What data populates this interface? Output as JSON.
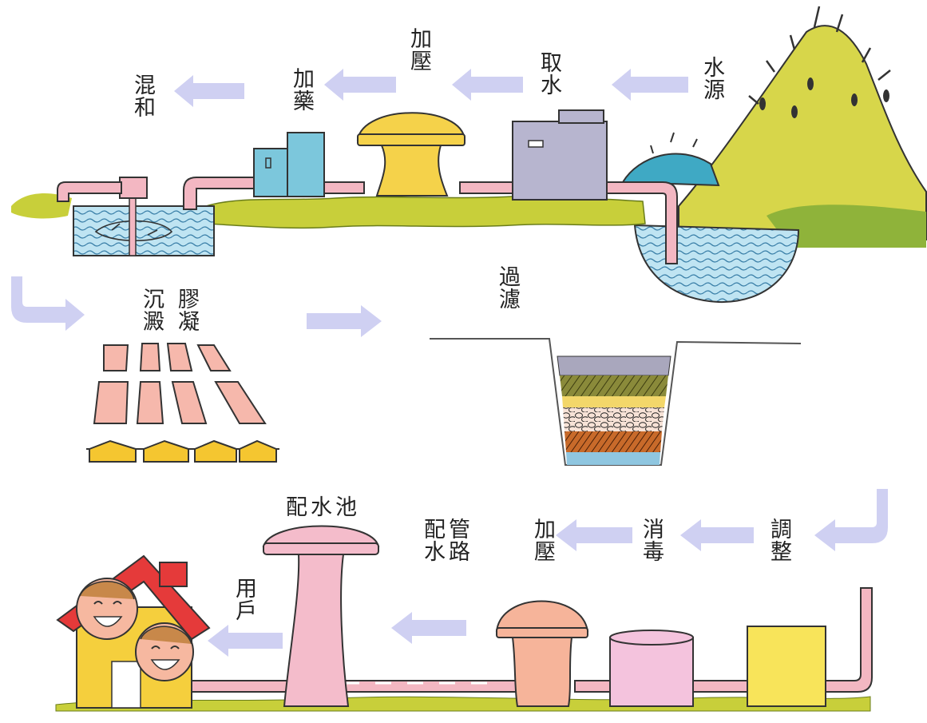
{
  "labels": {
    "water_source": "水源",
    "intake": "取水",
    "pressurize_1": "加壓",
    "add_chemicals": "加藥",
    "mixing": "混和",
    "coagulation": "膠凝",
    "sedimentation": "沉澱",
    "filtration": "過濾",
    "adjust": "調整",
    "disinfect": "消毒",
    "pressurize_2": "加壓",
    "distribution_pipe": "配水管路",
    "distribution_reservoir": "配水池",
    "households": "用戶"
  },
  "colors": {
    "arrow": "#cfd0f2",
    "pipe": "#f3b7c2",
    "grass": "#c8cf3a",
    "water": "#bfe4f2",
    "hill": "#d7d64a",
    "pressurize_tank": "#f5d24a",
    "intake_building": "#b7b5cf",
    "chemical_building": "#7cc7dc",
    "reservoir_tower": "#f4bccb",
    "disinfect_tank": "#f4c3dd",
    "adjust_tank": "#f8e45a",
    "house": "#f5cf3d",
    "roof": "#e53a3a"
  }
}
